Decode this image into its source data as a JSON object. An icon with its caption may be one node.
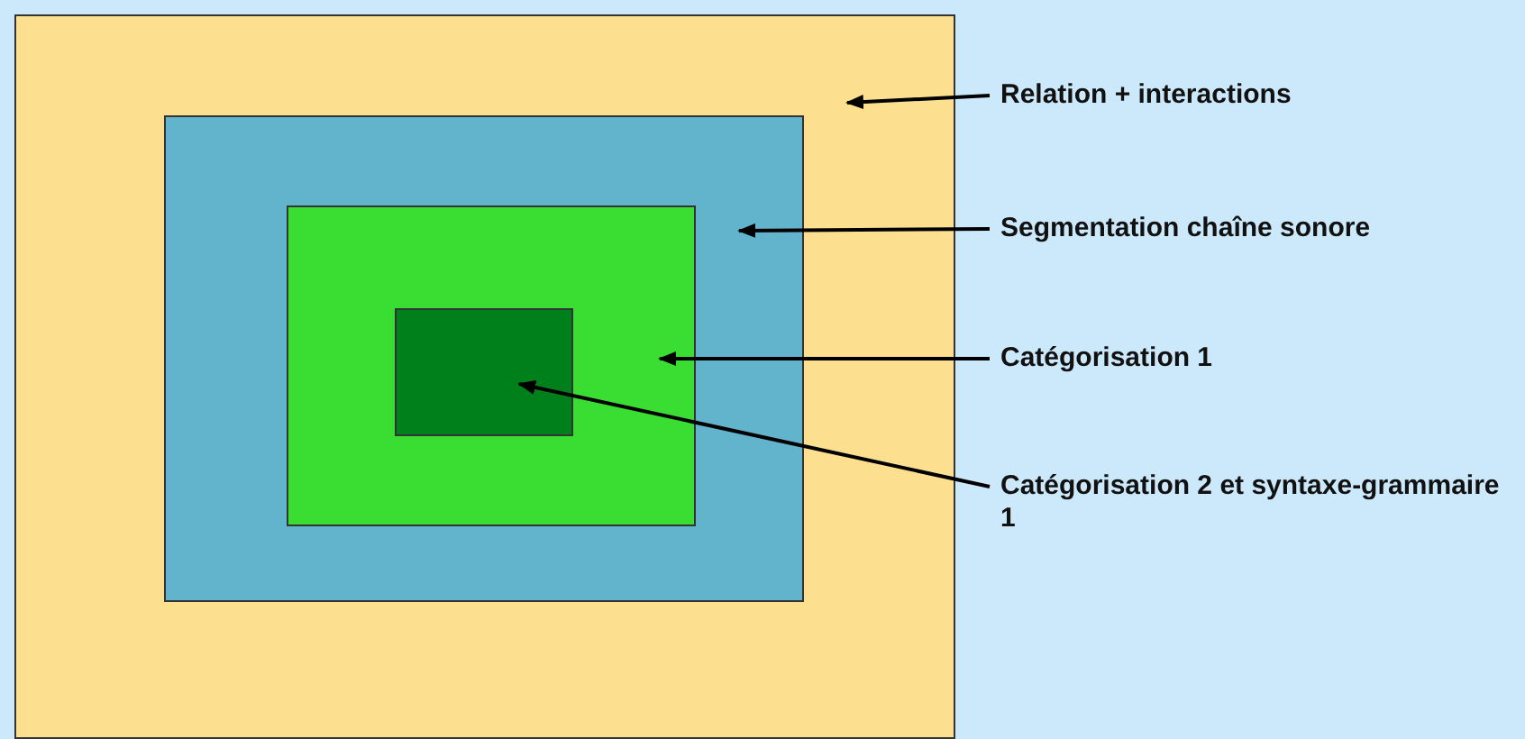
{
  "diagram": {
    "nodes": [
      {
        "text": [],
        "shape": "box"
      },
      {
        "text": [],
        "shape": "box",
        "in": 0
      },
      {
        "text": [],
        "shape": "box",
        "in": 1
      },
      {
        "text": [],
        "shape": "box",
        "in": 2
      },
      {
        "text": [
          "Relation + interactions"
        ]
      },
      {
        "text": [
          "Segmentation chaîne sonore"
        ]
      },
      {
        "text": [
          "Catégorisation 1"
        ]
      },
      {
        "text": [
          "Catégorisation 2 et syntaxe-grammaire 1"
        ]
      }
    ],
    "edges": [
      {
        "from": 4,
        "to": 0,
        "arrow": "to"
      },
      {
        "from": 5,
        "to": 1,
        "arrow": "to"
      },
      {
        "from": 6,
        "to": 2,
        "arrow": "to"
      },
      {
        "from": 7,
        "to": 3,
        "arrow": "to"
      }
    ]
  }
}
